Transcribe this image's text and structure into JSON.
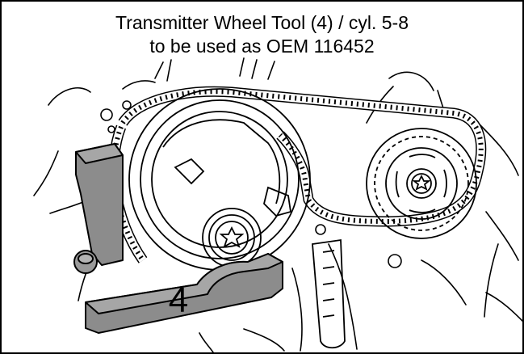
{
  "title_line_1": "Transmitter Wheel Tool (4) / cyl. 5-8",
  "title_line_2": "to be used as OEM 116452",
  "callout_number": "4",
  "colors": {
    "tool_fill": "#8c8c8c",
    "line": "#000000",
    "background": "#ffffff"
  }
}
